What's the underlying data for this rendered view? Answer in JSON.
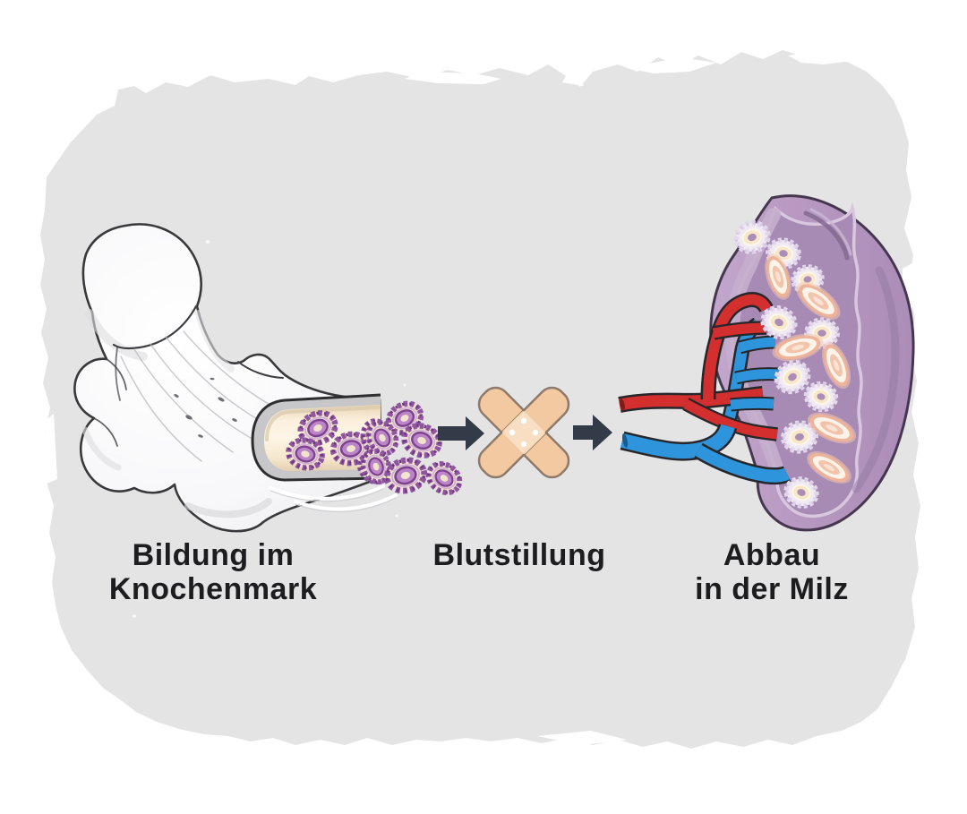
{
  "canvas": {
    "page_background": "#ffffff",
    "background_color": "#e4e4e5"
  },
  "stages": [
    {
      "name": "bone-marrow-formation",
      "icon": "bone-with-marrow-and-platelets-icon",
      "label_line1": "Bildung im",
      "label_line2": "Knochenmark"
    },
    {
      "name": "hemostasis",
      "icon": "crossed-bandages-icon",
      "label_line1": "Blutstillung",
      "label_line2": ""
    },
    {
      "name": "spleen-breakdown",
      "icon": "spleen-with-vessels-icon",
      "label_line1": "Abbau",
      "label_line2": "in der Milz"
    }
  ],
  "connectors": [
    {
      "name": "arrow-1",
      "type": "right-arrow"
    },
    {
      "name": "arrow-2",
      "type": "right-arrow"
    }
  ],
  "colors": {
    "label_text": "#1d1d1f",
    "arrow": "#333b49",
    "bandage": "#f3c9a2",
    "bandage_pad": "#f8dec3",
    "platelet_purple": "#8e4f9e",
    "marrow_cream": "#fbf0dd",
    "artery_red": "#d32f2f",
    "vein_blue": "#2e95dc",
    "spleen_purple": "#b496bf",
    "spleen_inner": "#a88bb4",
    "rbc_salmon": "#eeb49a"
  }
}
